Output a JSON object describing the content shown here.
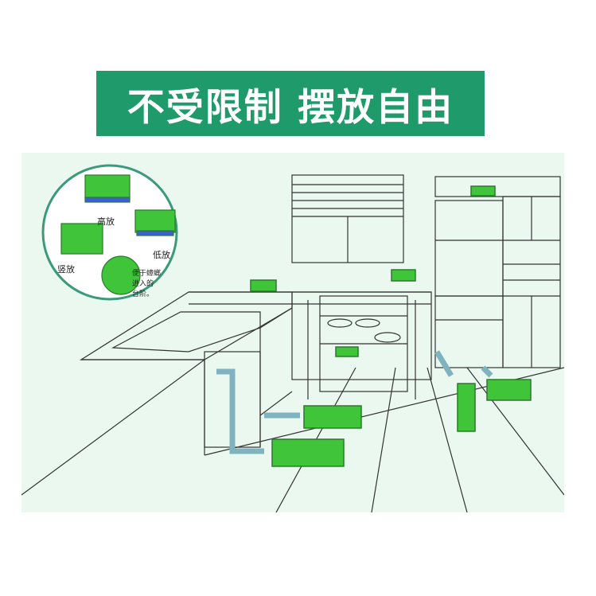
{
  "banner": {
    "title": "不受限制 摆放自由"
  },
  "callout": {
    "label_high": "高放",
    "label_low": "低放",
    "label_vertical": "竖放",
    "note_lines": [
      "便于蟑螂",
      "进入的",
      "台阶。"
    ]
  },
  "colors": {
    "banner_bg": "#1f9a6a",
    "trap_green": "#3fc43a",
    "trap_dark": "#2b7a2a",
    "arrow_blue": "#7fb3bf",
    "scene_bg": "#eaf8f0",
    "callout_ring": "#3a9a7a"
  }
}
